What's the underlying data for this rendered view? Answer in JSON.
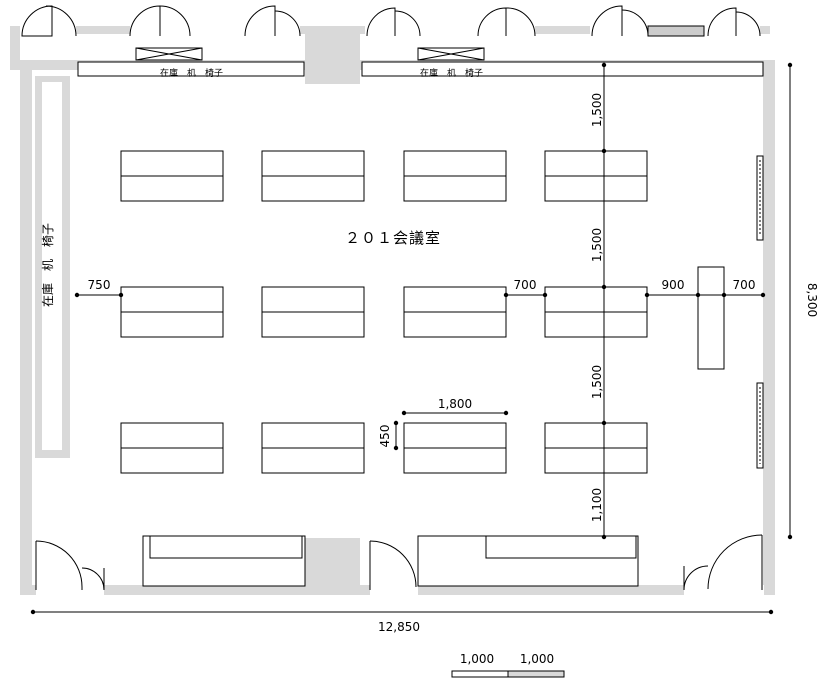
{
  "room": {
    "name": "２０１会議室"
  },
  "storage_label_top_left": "在庫　机　椅子",
  "storage_label_top_right": "在庫　机　椅子",
  "storage_label_left": "在庫　机　椅子",
  "dimensions": {
    "total_width": "12,850",
    "total_height": "8,300",
    "left_margin": "750",
    "gap_h_1": "700",
    "gap_h_2": "900",
    "gap_h_3": "700",
    "gap_v_top": "1,500",
    "gap_v_2": "1,500",
    "gap_v_3": "1,500",
    "gap_v_bottom": "1,100",
    "desk_length": "1,800",
    "desk_depth": "450"
  },
  "scale_bar": {
    "label_1": "1,000",
    "label_2": "1,000"
  }
}
